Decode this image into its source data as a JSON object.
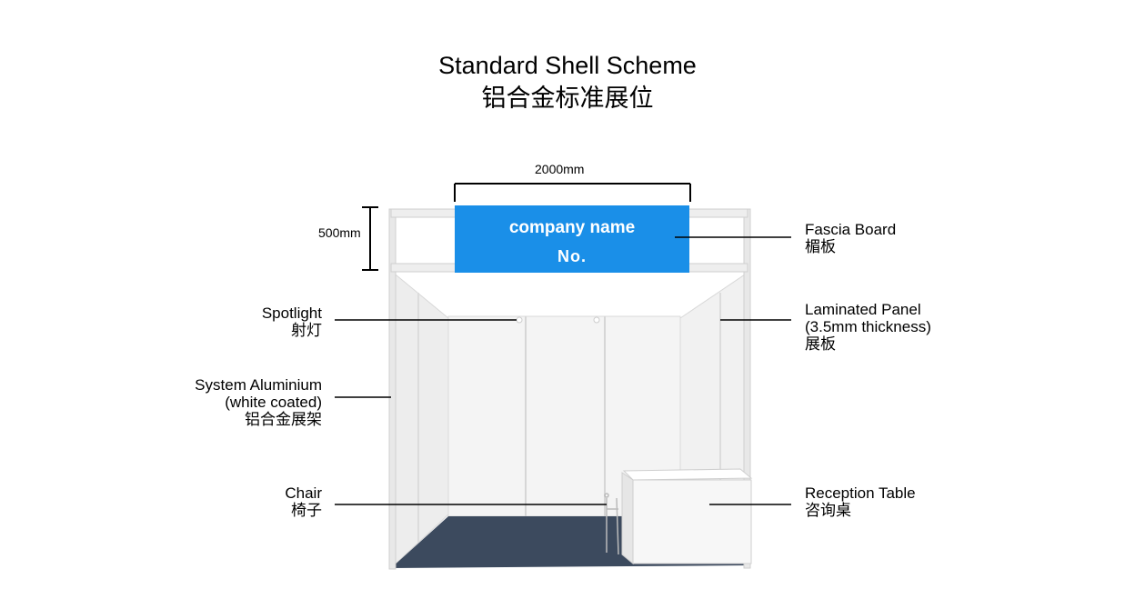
{
  "title": {
    "en": "Standard Shell Scheme",
    "zh": "铝合金标准展位"
  },
  "dimensions": {
    "width": "2000mm",
    "height": "500mm"
  },
  "fascia": {
    "company": "company name",
    "number": "No."
  },
  "labels": {
    "fascia_board": {
      "en": "Fascia Board",
      "zh": "楣板"
    },
    "laminated_panel": {
      "en": "Laminated Panel",
      "en2": "(3.5mm thickness)",
      "zh": "展板"
    },
    "reception_table": {
      "en": "Reception Table",
      "zh": "咨询桌"
    },
    "spotlight": {
      "en": "Spotlight",
      "zh": "射灯"
    },
    "system_aluminium": {
      "en": "System Aluminium",
      "en2": "(white coated)",
      "zh": "铝合金展架"
    },
    "chair": {
      "en": "Chair",
      "zh": "椅子"
    }
  },
  "colors": {
    "fascia": "#1a8fe8",
    "carpet": "#3c4a5e",
    "panel": "#f3f3f3",
    "frame": "#e2e2e2"
  }
}
